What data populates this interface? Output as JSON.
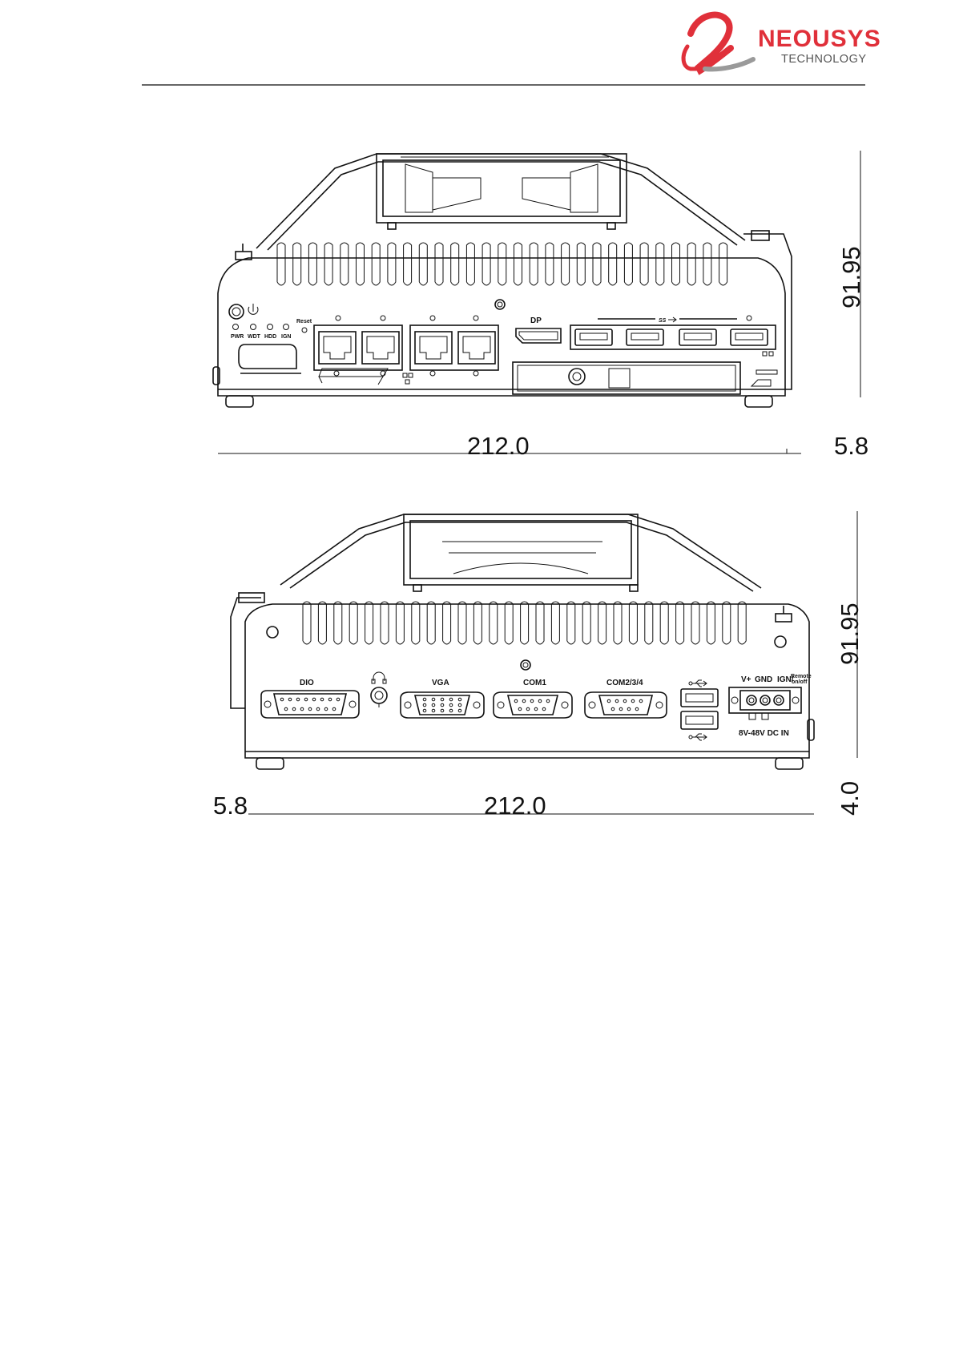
{
  "header": {
    "logo": {
      "brand": "NEOUSYS",
      "subtitle": "TECHNOLOGY",
      "colors": {
        "mark": "#e0303a",
        "mark_gray": "#9a9a9a",
        "text": "#e0303a",
        "subtitle": "#555555"
      }
    }
  },
  "front_view": {
    "width_dim": "212.0",
    "offset_dim": "5.8",
    "height_dim": "91.95",
    "labels": {
      "reset": "Reset",
      "dp": "DP",
      "leds": [
        "PWR",
        "WDT",
        "HDD",
        "IGN"
      ]
    },
    "icons": [
      "power-icon",
      "usb3-icon",
      "lan-icon"
    ]
  },
  "rear_view": {
    "width_dim": "212.0",
    "offset_dim": "5.8",
    "height_dim": "91.95",
    "foot_dim": "4.0",
    "labels": {
      "dio": "DIO",
      "vga": "VGA",
      "com1": "COM1",
      "com234": "COM2/3/4",
      "v_plus": "V+",
      "gnd": "GND",
      "ign": "IGN/",
      "remote": "Remote",
      "on_off": "on/off",
      "dc_in": "8V-48V DC IN"
    },
    "icons": [
      "headphone-icon",
      "usb-icon",
      "usb-icon"
    ]
  }
}
